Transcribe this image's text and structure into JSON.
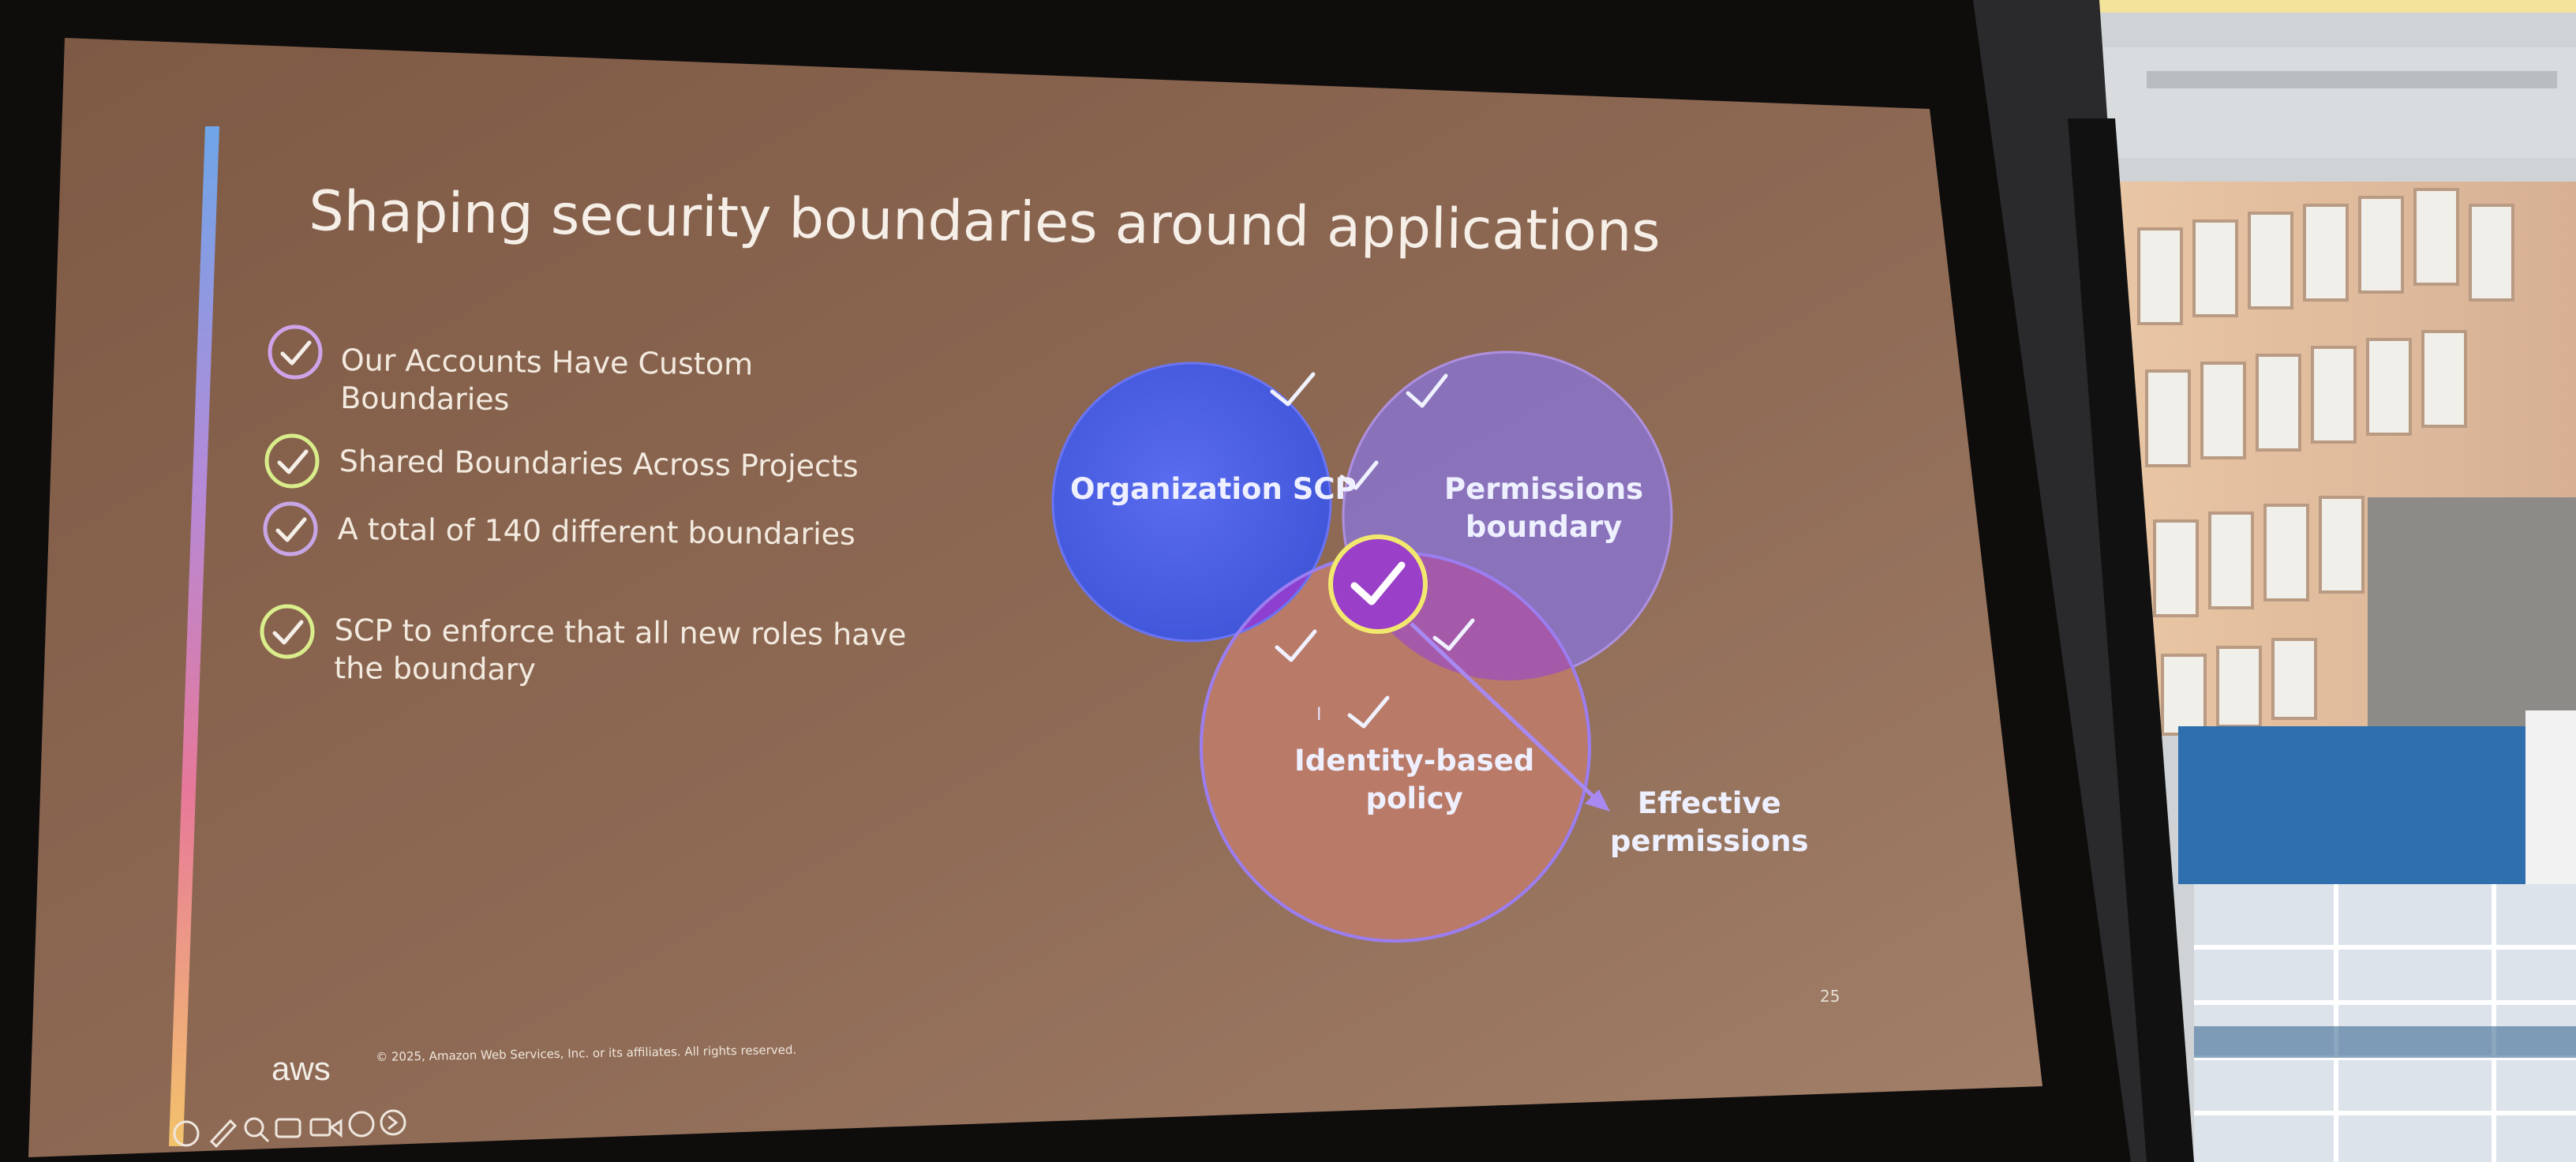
{
  "slide": {
    "title": "Shaping security boundaries around applications",
    "bullets": [
      {
        "text": "Our Accounts Have Custom\nBoundaries",
        "icon": "check-circle-icon"
      },
      {
        "text": "Shared Boundaries Across Projects",
        "icon": "check-circle-icon"
      },
      {
        "text": "A total of 140 different boundaries",
        "icon": "check-circle-icon"
      },
      {
        "text": "SCP to enforce that all new roles have\nthe boundary",
        "icon": "check-circle-icon"
      }
    ],
    "venn": {
      "organization_scp": "Organization SCP",
      "permissions_boundary": "Permissions\nboundary",
      "identity_policy": "Identity-based\npolicy",
      "effective_permissions": "Effective\npermissions"
    },
    "page_number": "25",
    "logo": "aws",
    "copyright": "© 2025, Amazon Web Services, Inc. or its affiliates. All rights reserved."
  },
  "presenter_controls": [
    "back-icon",
    "pen-icon",
    "zoom-icon",
    "captions-icon",
    "camera-icon",
    "more-icon",
    "forward-icon"
  ],
  "colors": {
    "slide_bg": "#8f6b55",
    "org_scp": "#4d63e8",
    "permissions_boundary": "#8d78c9",
    "identity_policy": "#b87a6a",
    "accent_ring": "#f2e86e",
    "accent_bar_top": "#6fa6e8",
    "accent_bar_bottom": "#f3c36b"
  }
}
